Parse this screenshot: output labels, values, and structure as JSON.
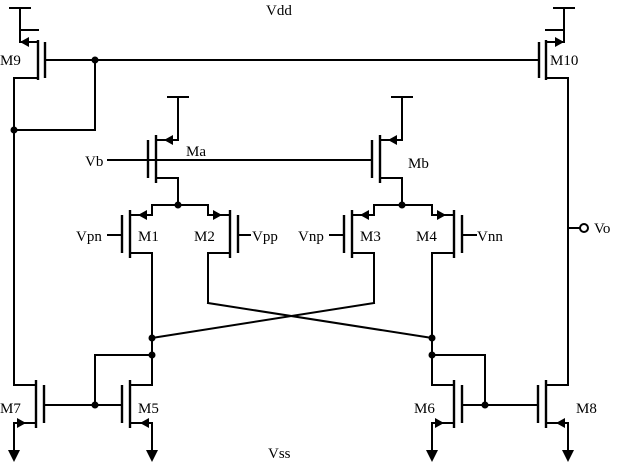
{
  "diagram": {
    "rails": {
      "top": "Vdd",
      "bottom": "Vss"
    },
    "transistors": {
      "m9": "M9",
      "m10": "M10",
      "ma": "Ma",
      "mb": "Mb",
      "m1": "M1",
      "m2": "M2",
      "m3": "M3",
      "m4": "M4",
      "m5": "M5",
      "m6": "M6",
      "m7": "M7",
      "m8": "M8"
    },
    "inputs": {
      "vb": "Vb",
      "vpn": "Vpn",
      "vpp": "Vpp",
      "vnp": "Vnp",
      "vnn": "Vnn"
    },
    "output": "Vo"
  }
}
